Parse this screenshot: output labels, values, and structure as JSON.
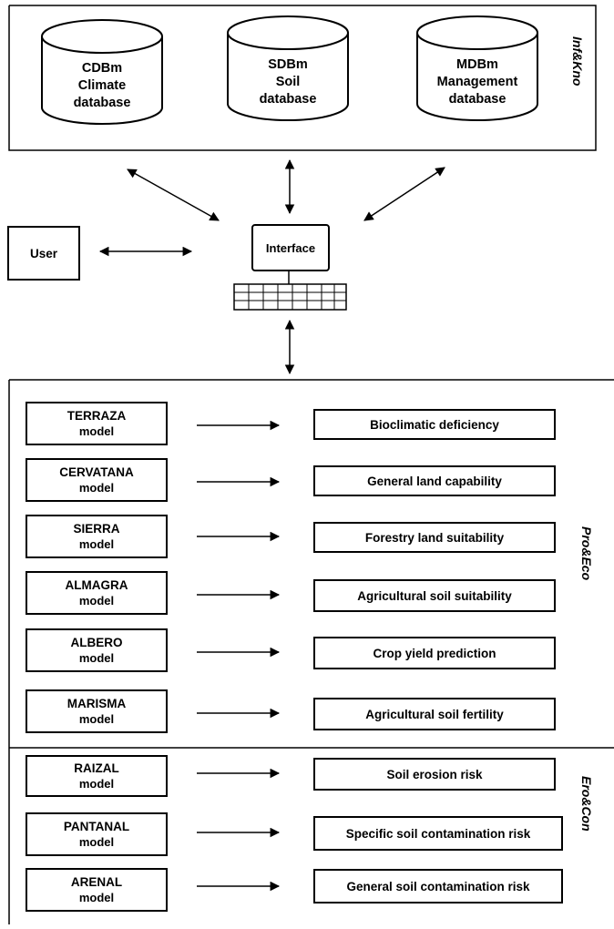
{
  "databases": [
    {
      "line1": "CDBm",
      "line2": "Climate",
      "line3": "database"
    },
    {
      "line1": "SDBm",
      "line2": "Soil",
      "line3": "database"
    },
    {
      "line1": "MDBm",
      "line2": "Management",
      "line3": "database"
    }
  ],
  "group_labels": {
    "top": "Inf&Kno",
    "middle": "Pro&Eco",
    "bottom": "Ero&Con"
  },
  "user_label": "User",
  "interface_label": "Interface",
  "models": [
    {
      "name": "TERRAZA",
      "suffix": "model",
      "result": "Bioclimatic deficiency"
    },
    {
      "name": "CERVATANA",
      "suffix": "model",
      "result": "General land  capability"
    },
    {
      "name": "SIERRA",
      "suffix": "model",
      "result": "Forestry land suitability"
    },
    {
      "name": "ALMAGRA",
      "suffix": "model",
      "result": "Agricultural soil suitability"
    },
    {
      "name": "ALBERO",
      "suffix": "model",
      "result": "Crop  yield prediction"
    },
    {
      "name": "MARISMA",
      "suffix": "model",
      "result": "Agricultural soil fertility"
    },
    {
      "name": "RAIZAL",
      "suffix": "model",
      "result": "Soil erosion risk"
    },
    {
      "name": "PANTANAL",
      "suffix": "model",
      "result": "Specific soil contamination risk"
    },
    {
      "name": "ARENAL",
      "suffix": "model",
      "result": "General soil contamination risk"
    }
  ]
}
